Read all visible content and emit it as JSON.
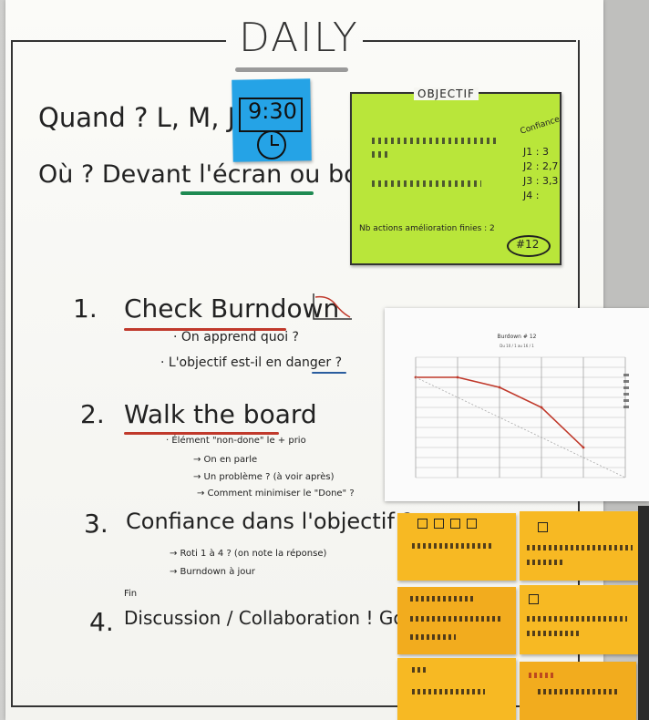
{
  "board": {
    "title": "DAILY",
    "quand": "Quand ? L, M, J, V à",
    "time": "9:30",
    "ou": "Où ? Devant l'écran ou board"
  },
  "objectif_card": {
    "label": "OBJECTIF",
    "confiance_label": "Confiance",
    "confiance_lines": [
      "J1 : 3",
      "J2 : 2,7",
      "J3 : 3,3",
      "J4 :"
    ],
    "footer": "Nb actions amélioration finies : 2",
    "sprint": "#12"
  },
  "steps": [
    {
      "num": "1.",
      "title": "Check Burndown",
      "notes": [
        "· On apprend quoi ?",
        "· L'objectif est-il en danger ?"
      ]
    },
    {
      "num": "2.",
      "title": "Walk the board",
      "notes": [
        "· Élément \"non-done\" le + prio",
        "→ On en parle",
        "→ Un problème ? (à voir après)",
        "→ Comment minimiser le \"Done\" ?"
      ]
    },
    {
      "num": "3.",
      "title": "Confiance dans l'objectif ?",
      "notes": [
        "→ Roti 1 à 4 ? (on note la réponse)",
        "→ Burndown à jour"
      ]
    },
    {
      "num": "4.",
      "title": "Discussion / Collaboration ! Go!",
      "fin": "Fin"
    }
  ],
  "chart_data": {
    "type": "line",
    "title": "Burdown # 12",
    "subtitle": "Du 10 / 1 au 16 / 1",
    "x": [
      0,
      1,
      2,
      3,
      4,
      5
    ],
    "series": [
      {
        "values": [
          10,
          10,
          9,
          7,
          3,
          null
        ],
        "color": "#c0392b"
      },
      {
        "values": [
          10,
          8,
          6,
          4,
          2,
          0
        ],
        "color": "#aaaaaa",
        "dashed": true
      }
    ],
    "ylim": [
      0,
      12
    ],
    "grid": true
  },
  "colors": {
    "sticky_blue": "#25a3e6",
    "objectif_green": "#b9e63a",
    "postit_yellow": "#f7b923",
    "accent_red": "#c0392b",
    "underline_green": "#1f8a52"
  }
}
